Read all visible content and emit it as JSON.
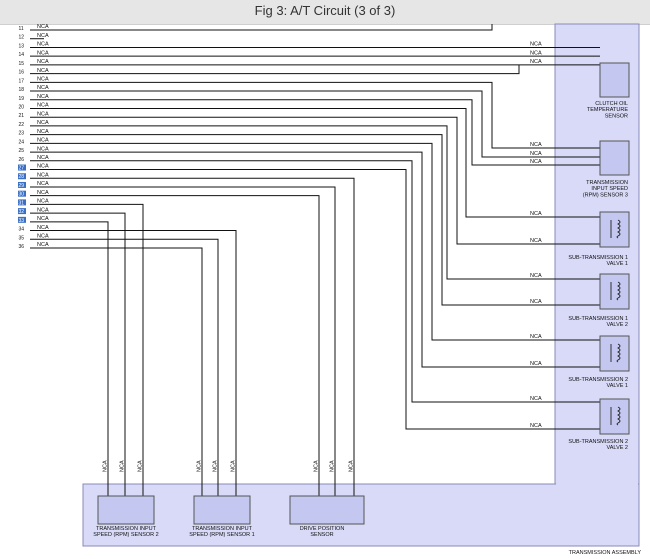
{
  "page": {
    "title": "Fig 3: A/T Circuit (3 of 3)"
  },
  "wire_label": "NCA",
  "pin_rows": [
    {
      "num": "11",
      "highlight": false,
      "label": "NCA"
    },
    {
      "num": "12",
      "highlight": false,
      "label": "NCA"
    },
    {
      "num": "13",
      "highlight": false,
      "label": "NCA"
    },
    {
      "num": "14",
      "highlight": false,
      "label": "NCA"
    },
    {
      "num": "15",
      "highlight": false,
      "label": "NCA"
    },
    {
      "num": "16",
      "highlight": false,
      "label": "NCA"
    },
    {
      "num": "17",
      "highlight": false,
      "label": "NCA"
    },
    {
      "num": "18",
      "highlight": false,
      "label": "NCA"
    },
    {
      "num": "19",
      "highlight": false,
      "label": "NCA"
    },
    {
      "num": "20",
      "highlight": false,
      "label": "NCA"
    },
    {
      "num": "21",
      "highlight": false,
      "label": "NCA"
    },
    {
      "num": "22",
      "highlight": false,
      "label": "NCA"
    },
    {
      "num": "23",
      "highlight": false,
      "label": "NCA"
    },
    {
      "num": "24",
      "highlight": false,
      "label": "NCA"
    },
    {
      "num": "25",
      "highlight": false,
      "label": "NCA"
    },
    {
      "num": "26",
      "highlight": false,
      "label": "NCA"
    },
    {
      "num": "27",
      "highlight": true,
      "label": "NCA"
    },
    {
      "num": "28",
      "highlight": true,
      "label": "NCA"
    },
    {
      "num": "29",
      "highlight": true,
      "label": "NCA"
    },
    {
      "num": "30",
      "highlight": true,
      "label": "NCA"
    },
    {
      "num": "31",
      "highlight": true,
      "label": "NCA"
    },
    {
      "num": "32",
      "highlight": true,
      "label": "NCA"
    },
    {
      "num": "33",
      "highlight": true,
      "label": "NCA"
    },
    {
      "num": "34",
      "highlight": false,
      "label": "NCA"
    },
    {
      "num": "35",
      "highlight": false,
      "label": "NCA"
    },
    {
      "num": "36",
      "highlight": false,
      "label": "NCA"
    }
  ],
  "components": {
    "clutch_oil_temp_sensor": [
      "CLUTCH OIL",
      "TEMPERATURE",
      "SENSOR"
    ],
    "input_speed_sensor_3": [
      "TRANSMISSION",
      "INPUT SPEED",
      "(RPM) SENSOR 3"
    ],
    "sub_trans_1_valve_1": [
      "SUB-TRANSMISSION 1",
      "VALVE 1"
    ],
    "sub_trans_1_valve_2": [
      "SUB-TRANSMISSION 1",
      "VALVE 2"
    ],
    "sub_trans_2_valve_1": [
      "SUB-TRANSMISSION 2",
      "VALVE 1"
    ],
    "sub_trans_2_valve_2": [
      "SUB-TRANSMISSION 2",
      "VALVE 2"
    ],
    "input_speed_sensor_2": [
      "TRANSMISSION INPUT",
      "SPEED (RPM) SENSOR 2"
    ],
    "input_speed_sensor_1": [
      "TRANSMISSION INPUT",
      "SPEED (RPM) SENSOR 1"
    ],
    "drive_position_sensor": [
      "DRIVE POSITION",
      "SENSOR"
    ]
  },
  "assembly_label": "TRANSMISSION ASSEMBLY",
  "colors": {
    "assembly_fill": "#d8daf7",
    "assembly_stroke": "#8a8ab8",
    "component_fill": "#c4c7ef",
    "wire": "#111111",
    "highlight": "#3a6fc2",
    "titlebar": "#e6e6e6"
  }
}
